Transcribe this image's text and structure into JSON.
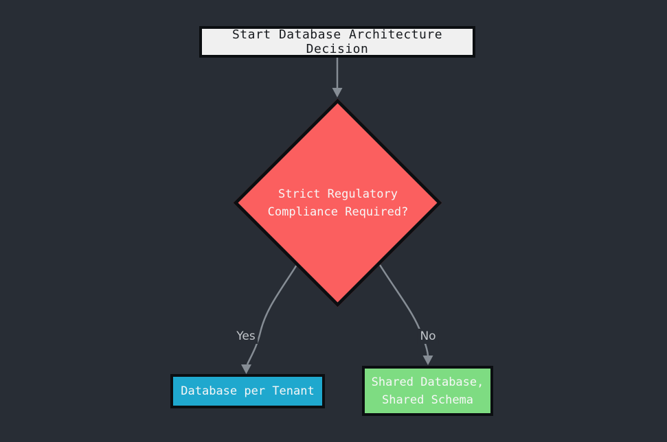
{
  "diagram": {
    "title": "Database Architecture Decision flowchart",
    "background": "#282d35"
  },
  "nodes": {
    "start": {
      "label": "Start Database Architecture Decision",
      "fill": "#f0f0f0",
      "text_color": "#16191d",
      "border_color": "#0b0e11",
      "shape": "rectangle"
    },
    "decision": {
      "lines": [
        "Strict Regulatory",
        "Compliance Required?"
      ],
      "fill": "#fb5f5f",
      "text_color": "#f7f7f7",
      "border_color": "#0b0e11",
      "shape": "diamond"
    },
    "tenant": {
      "label": "Database per Tenant",
      "fill": "#1fa8ce",
      "text_color": "#f7f7f7",
      "border_color": "#0b0e11",
      "shape": "rectangle"
    },
    "shared": {
      "lines": [
        "Shared Database,",
        "Shared Schema"
      ],
      "fill": "#7edc82",
      "text_color": "#f7f7f7",
      "border_color": "#0b0e11",
      "shape": "rectangle"
    }
  },
  "edges": {
    "line_color": "#868d95",
    "label_color": "#c3c7cc",
    "start_to_decision": {
      "from": "start",
      "to": "decision",
      "label": ""
    },
    "decision_to_tenant": {
      "from": "decision",
      "to": "tenant",
      "label": "Yes"
    },
    "decision_to_shared": {
      "from": "decision",
      "to": "shared",
      "label": "No"
    }
  }
}
